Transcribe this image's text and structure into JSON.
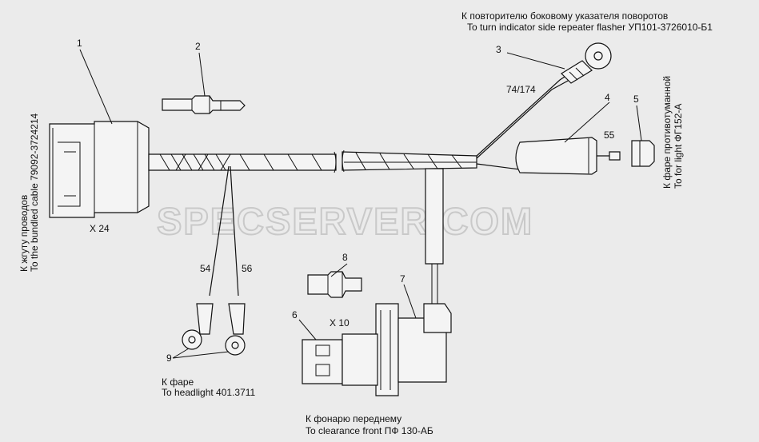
{
  "watermark": "SPECSERVER.COM",
  "callouts": {
    "c1": "1",
    "c2": "2",
    "c3": "3",
    "c4": "4",
    "c5": "5",
    "c6": "6",
    "c7": "7",
    "c8": "8",
    "c9": "9"
  },
  "wires": {
    "w74": "74/174",
    "w55": "55",
    "w54": "54",
    "w56": "56"
  },
  "connectors": {
    "x24": "X 24",
    "x10": "X 10"
  },
  "labels": {
    "repeater_ru": "К  повторителю боковому указателя поворотов",
    "repeater_en": "To turn indicator side repeater flasher УП101-3726010-Б1",
    "bundle_ru": "К жгуту проводов",
    "bundle_en": "To the bundled cable 79092-3724214",
    "fog_ru": "К фаре противотуманной",
    "fog_en": "To for light ФГ152-А",
    "headlight_ru": "К фаре",
    "headlight_en": "To headlight 401.3711",
    "clearance_ru": "К фонарю переднему",
    "clearance_en": "To clearance front ПФ 130-АБ"
  }
}
